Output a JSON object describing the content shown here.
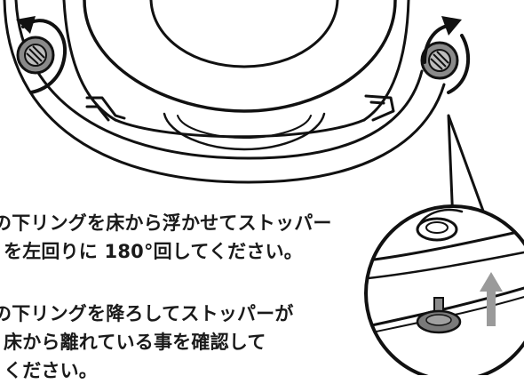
{
  "instructions": [
    {
      "line1": "の下リングを床から浮かせてストッパー",
      "line2": "を左回りに 180°回してください。"
    },
    {
      "line1": "の下リングを降ろしてストッパーが",
      "line2": "床から離れている事を確認して",
      "line3": "ください。"
    }
  ],
  "icons": [
    "stopper-knob-icon",
    "rotate-left-arrow-icon",
    "lift-up-arrow-icon"
  ]
}
